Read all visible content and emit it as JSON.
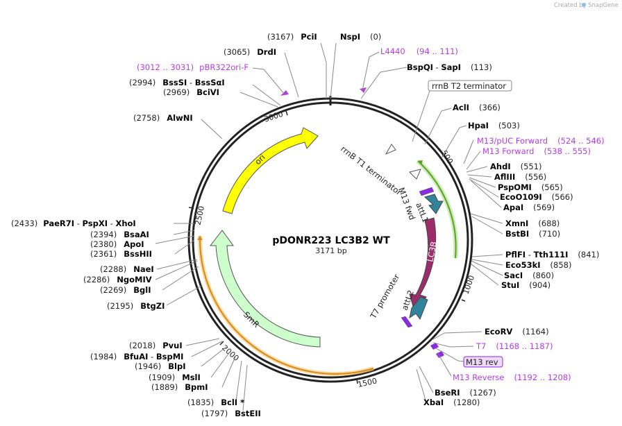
{
  "watermark": {
    "prefix": "Created by",
    "brand": "SnapGene"
  },
  "plasmid": {
    "name": "pDONR223 LC3B2 WT",
    "length_label": "3171 bp"
  },
  "ticks": [
    "3000",
    "500",
    "1000",
    "1500",
    "2000",
    "2500"
  ],
  "features": {
    "ori": "ori",
    "smr": "SmR",
    "lc3b": "LC3B",
    "attl1": "attL1",
    "attl2": "attL2",
    "m13fwd": "M13 fwd",
    "t7promoter": "T7 promoter",
    "rrnbt1": "rrnB T1 terminator",
    "rrnbt2": "rrnB T2 terminator",
    "m13rev_box": "M13 rev"
  },
  "labels": [
    {
      "pos": "(3167)",
      "name": "PciI"
    },
    {
      "name": "NspI",
      "pos": "(0)"
    },
    {
      "name": "L4440",
      "pos": "(94 .. 111)"
    },
    {
      "name": "BspQI",
      "sep": " - ",
      "name2": "SapI",
      "pos": "(113)"
    },
    {
      "pos": "(3065)",
      "name": "DrdI"
    },
    {
      "pos": "(3012 .. 3031)",
      "name": "pBR322ori-F"
    },
    {
      "pos": "(2994)",
      "name": "BssSI",
      "sep": " - ",
      "name2": "BssSαI"
    },
    {
      "pos": "(2969)",
      "name": "BciVI"
    },
    {
      "pos": "(2758)",
      "name": "AlwNI"
    },
    {
      "name": "AclI",
      "pos": "(366)"
    },
    {
      "name": "HpaI",
      "pos": "(503)"
    },
    {
      "name": "M13/pUC Forward",
      "pos": "(524 .. 546)"
    },
    {
      "name": "M13 Forward",
      "pos": "(538 .. 555)"
    },
    {
      "name": "AhdI",
      "pos": "(551)"
    },
    {
      "name": "AflIII",
      "pos": "(556)"
    },
    {
      "name": "PspOMI",
      "pos": "(565)"
    },
    {
      "name": "EcoO109I",
      "pos": "(566)"
    },
    {
      "name": "ApaI",
      "pos": "(569)"
    },
    {
      "name": "XmnI",
      "pos": "(688)"
    },
    {
      "name": "BstBI",
      "pos": "(710)"
    },
    {
      "name": "PflFI",
      "sep": " - ",
      "name2": "Tth111I",
      "pos": "(841)"
    },
    {
      "name": "Eco53kI",
      "pos": "(858)"
    },
    {
      "name": "SacI",
      "pos": "(860)"
    },
    {
      "name": "StuI",
      "pos": "(904)"
    },
    {
      "pos": "(2433)",
      "name": "PaeR7I",
      "sep": " - ",
      "name2": "PspXI",
      "sep2": " - ",
      "name3": "XhoI"
    },
    {
      "pos": "(2394)",
      "name": "BsaAI"
    },
    {
      "pos": "(2380)",
      "name": "ApoI"
    },
    {
      "pos": "(2361)",
      "name": "BssHII"
    },
    {
      "pos": "(2288)",
      "name": "NaeI"
    },
    {
      "pos": "(2286)",
      "name": "NgoMIV"
    },
    {
      "pos": "(2269)",
      "name": "BglI"
    },
    {
      "pos": "(2195)",
      "name": "BtgZI"
    },
    {
      "name": "EcoRV",
      "pos": "(1164)"
    },
    {
      "name": "T7",
      "pos": "(1168 .. 1187)"
    },
    {
      "name": "M13 Reverse",
      "pos": "(1192 .. 1208)"
    },
    {
      "name": "BseRI",
      "pos": "(1267)"
    },
    {
      "name": "XbaI",
      "pos": "(1280)"
    },
    {
      "pos": "(2018)",
      "name": "PvuI"
    },
    {
      "pos": "(1984)",
      "name": "BfuAI",
      "sep": " - ",
      "name2": "BspMI"
    },
    {
      "pos": "(1946)",
      "name": "BlpI"
    },
    {
      "pos": "(1909)",
      "name": "MslI"
    },
    {
      "pos": "(1889)",
      "name": "BpmI"
    },
    {
      "pos": "(1835)",
      "name": "BclI",
      "mark": " *"
    },
    {
      "pos": "(1797)",
      "name": "BstEII"
    }
  ]
}
